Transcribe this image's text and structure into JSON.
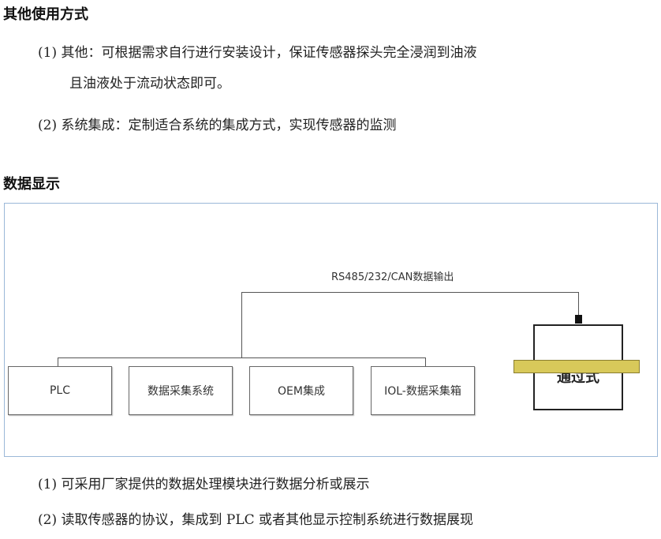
{
  "section1": {
    "title": "其他使用方式",
    "items": [
      "(1) 其他：可根据需求自行进行安装设计，保证传感器探头完全浸润到油液",
      "且油液处于流动状态即可。",
      "(2) 系统集成：定制适合系统的集成方式，实现传感器的监测"
    ]
  },
  "section2": {
    "title": "数据显示"
  },
  "diagram": {
    "output_label": "RS485/232/CAN数据输出",
    "boxes": [
      "PLC",
      "数据采集系统",
      "OEM集成",
      "IOL-数据采集箱"
    ],
    "sensor_label": "通过式",
    "band_color": "#d8c95a"
  },
  "notes": [
    "(1) 可采用厂家提供的数据处理模块进行数据分析或展示",
    "(2) 读取传感器的协议，集成到 PLC 或者其他显示控制系统进行数据展现"
  ]
}
